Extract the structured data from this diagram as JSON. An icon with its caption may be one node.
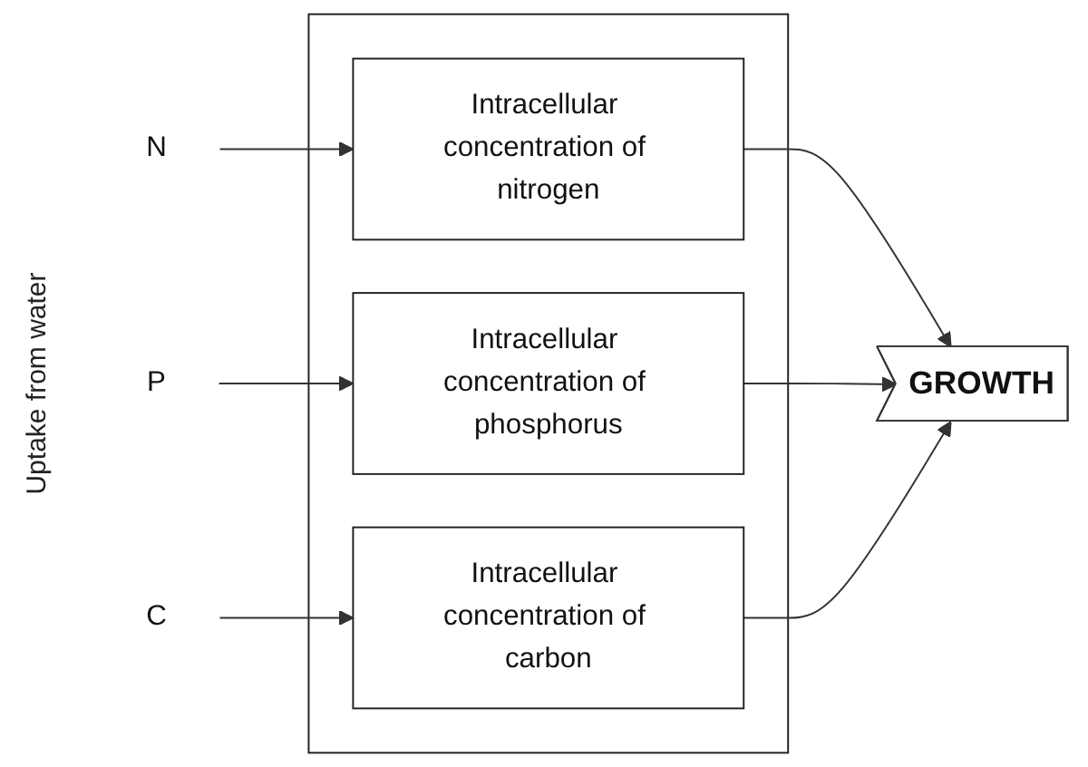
{
  "diagram": {
    "nodes": [
      {
        "text": [],
        "shape": "box"
      },
      {
        "text": [
          "N"
        ]
      },
      {
        "text": [
          "Intracellular concentration of nitrogen"
        ],
        "in": 0
      },
      {
        "text": [
          "P"
        ]
      },
      {
        "text": [
          "Intracellular concentration of phosphorus"
        ],
        "in": 0
      },
      {
        "text": [
          "C"
        ]
      },
      {
        "text": [
          "Intracellular concentration of carbon"
        ],
        "in": 0
      },
      {
        "text": [
          "GROWTH"
        ]
      }
    ],
    "edges": [
      {
        "from": 1,
        "to": 2,
        "arrow": "to"
      },
      {
        "from": 3,
        "to": 4,
        "arrow": "to"
      },
      {
        "from": 5,
        "to": 6,
        "arrow": "to"
      },
      {
        "from": 2,
        "to": 7,
        "arrow": "to"
      },
      {
        "from": 4,
        "to": 7,
        "arrow": "to"
      },
      {
        "from": 6,
        "to": 7,
        "arrow": "to"
      }
    ],
    "labels": [
      "Uptake from water"
    ]
  }
}
